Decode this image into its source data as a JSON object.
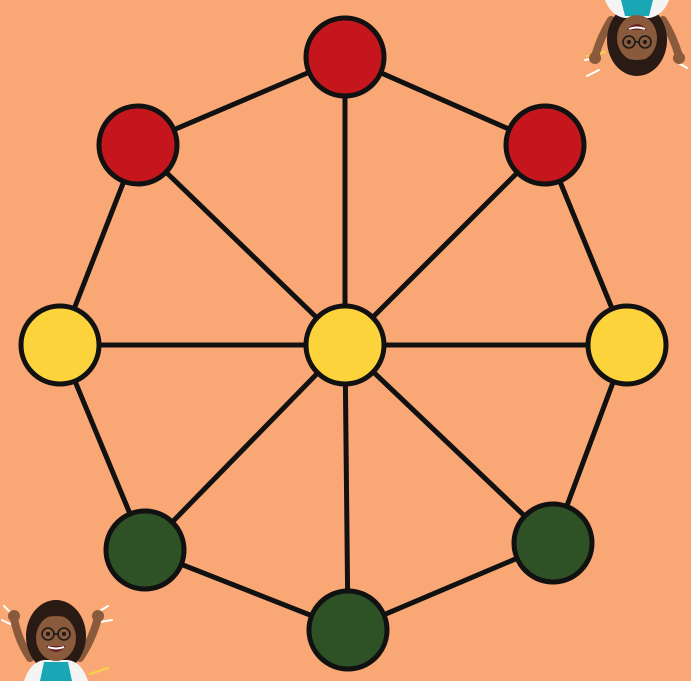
{
  "game": {
    "board_type": "nine-node wheel board",
    "background_color": "#F9A774",
    "line_color": "#111111",
    "colors": {
      "red": "#C4161C",
      "yellow": "#FDD33B",
      "green": "#2E5226"
    },
    "nodes": [
      {
        "id": "top",
        "color": "red"
      },
      {
        "id": "upper-left",
        "color": "red"
      },
      {
        "id": "upper-right",
        "color": "red"
      },
      {
        "id": "left",
        "color": "yellow"
      },
      {
        "id": "center",
        "color": "yellow"
      },
      {
        "id": "right",
        "color": "yellow"
      },
      {
        "id": "lower-left",
        "color": "green"
      },
      {
        "id": "lower-right",
        "color": "green"
      },
      {
        "id": "bottom",
        "color": "green"
      }
    ],
    "edges": [
      [
        "top",
        "upper-left"
      ],
      [
        "top",
        "upper-right"
      ],
      [
        "upper-left",
        "left"
      ],
      [
        "upper-right",
        "right"
      ],
      [
        "left",
        "lower-left"
      ],
      [
        "right",
        "lower-right"
      ],
      [
        "lower-left",
        "bottom"
      ],
      [
        "lower-right",
        "bottom"
      ],
      [
        "center",
        "top"
      ],
      [
        "center",
        "upper-left"
      ],
      [
        "center",
        "upper-right"
      ],
      [
        "center",
        "left"
      ],
      [
        "center",
        "right"
      ],
      [
        "center",
        "lower-left"
      ],
      [
        "center",
        "lower-right"
      ],
      [
        "center",
        "bottom"
      ]
    ],
    "decorations": [
      "cartoon-avatar-bottom-left",
      "cartoon-avatar-top-right-upside-down"
    ]
  }
}
